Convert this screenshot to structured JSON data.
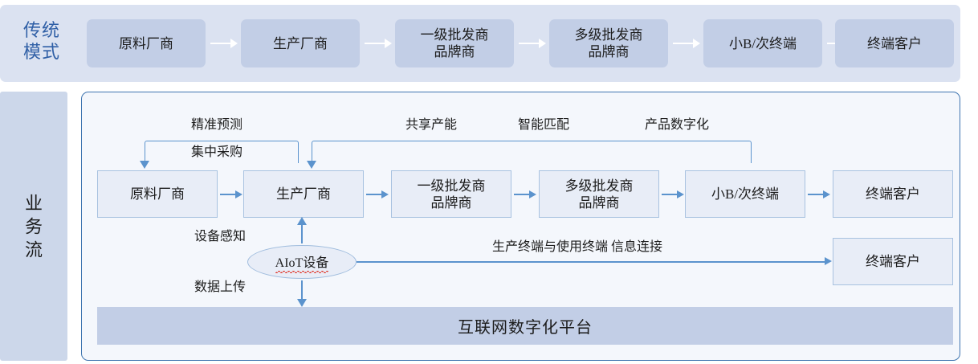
{
  "traditional": {
    "label_lines": [
      "传统",
      "模式"
    ],
    "label_color": "#2f5fa6",
    "nodes": [
      {
        "line1": "原料厂商",
        "line2": ""
      },
      {
        "line1": "生产厂商",
        "line2": ""
      },
      {
        "line1": "一级批发商",
        "line2": "品牌商"
      },
      {
        "line1": "多级批发商",
        "line2": "品牌商"
      },
      {
        "line1": "小B/次终端",
        "line2": ""
      },
      {
        "line1": "终端客户",
        "line2": ""
      }
    ],
    "band_color": "#dbe2f1",
    "node_color": "#c2cee6",
    "arrow_color": "#ffffff"
  },
  "business_flow": {
    "label_lines": [
      "业",
      "务",
      "流"
    ],
    "side_color": "#ccd7ea",
    "panel_color": "#f4f7fc",
    "panel_border_color": "#3f75b0",
    "nodes": [
      {
        "line1": "原料厂商",
        "line2": ""
      },
      {
        "line1": "生产厂商",
        "line2": ""
      },
      {
        "line1": "一级批发商",
        "line2": "品牌商"
      },
      {
        "line1": "多级批发商",
        "line2": "品牌商"
      },
      {
        "line1": "小B/次终端",
        "line2": ""
      },
      {
        "line1": "终端客户",
        "line2": ""
      }
    ],
    "captions": {
      "forecast": "精准预测",
      "central_purchase": "集中采购",
      "shared_capacity": "共享产能",
      "smart_match": "智能匹配",
      "product_digital": "产品数字化",
      "device_sense": "设备感知",
      "data_upload": "数据上传",
      "terminal_link": "生产终端与使用终端  信息连接"
    },
    "aiot": {
      "label": "AIoT设备"
    },
    "secondary_customer": {
      "line1": "终端客户"
    },
    "platform": {
      "label": "互联网数字化平台",
      "color": "#c2cee6"
    },
    "arrow_color": "#5b93cd",
    "node_fill": "#e8edf7",
    "node_border": "#a8c2e0"
  }
}
